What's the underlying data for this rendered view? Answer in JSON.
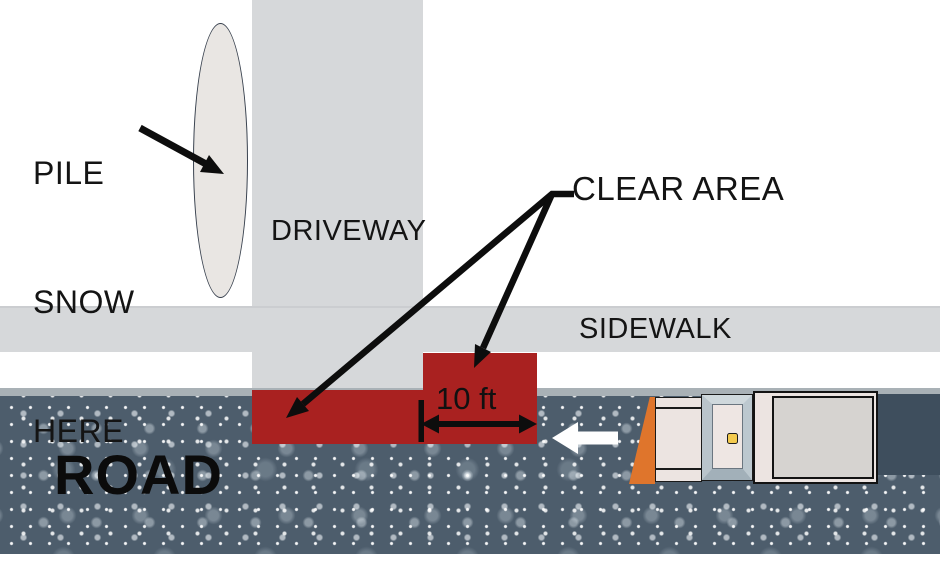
{
  "title": "Snow plowing clear-area diagram",
  "labels": {
    "pile_snow": {
      "lines": [
        "PILE",
        "SNOW",
        "HERE"
      ]
    },
    "driveway": "DRIVEWAY",
    "sidewalk": "SIDEWALK",
    "clear_area": "CLEAR AREA",
    "road": "ROAD",
    "dimension": "10 ft"
  },
  "icons": {
    "pile_snow_arrow": "diagonal-arrow-to-snow-pile",
    "clear_area_arrows": "forked-arrows-to-clear-areas",
    "dimension_arrow": "double-headed-10ft-arrow",
    "plow_direction_arrow": "white-left-arrow",
    "plow_truck": "snow-plow-truck-top-view"
  },
  "colors": {
    "clear_area_red": "#a92120",
    "pavement_gray": "#d6d8da",
    "road_slate": "#4d5d6c",
    "plowed_lane": "#3e4e5d",
    "road_edge_gray": "#a9b1b6",
    "plow_blade_orange": "#df752c",
    "truck_body": "#ece4e1",
    "truck_bed_inner": "#d6d3d0",
    "beacon_yellow": "#f3ca4e",
    "snow_pile_fill": "#e9e6e3"
  }
}
